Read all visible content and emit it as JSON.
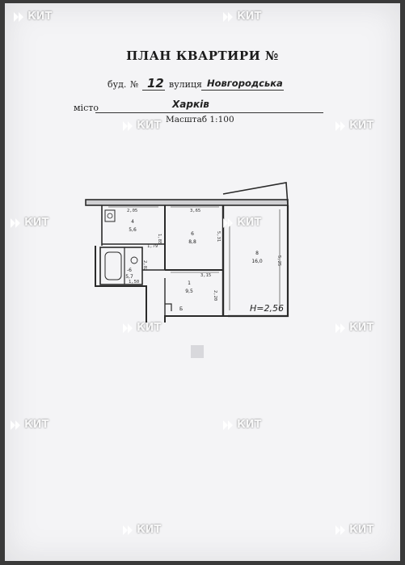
{
  "header": {
    "title": "ПЛАН КВАРТИРИ №",
    "bud_label": "буд.",
    "num_sign": "№",
    "house_no": "12",
    "street_label": "вулиця",
    "street": "Новгородська",
    "city_label": "місто",
    "city": "Харків",
    "scale": "Масштаб 1:100"
  },
  "watermark": {
    "text": "КИТ"
  },
  "plan": {
    "rooms": [
      {
        "num": "4",
        "area": "5,6"
      },
      {
        "num": "6",
        "area": "8,8"
      },
      {
        "num": "8",
        "area": "16,0"
      },
      {
        "num": "1",
        "area": "9,5"
      },
      {
        "num": "-6",
        "area": "5,7"
      }
    ],
    "dims": [
      "2,05",
      "3,65",
      "1,85",
      "1,79",
      "3,15",
      "2,20",
      "5,31",
      "5,25",
      "2,02",
      "1,50"
    ],
    "height": "H=2,56",
    "balcony_label": "Б"
  }
}
